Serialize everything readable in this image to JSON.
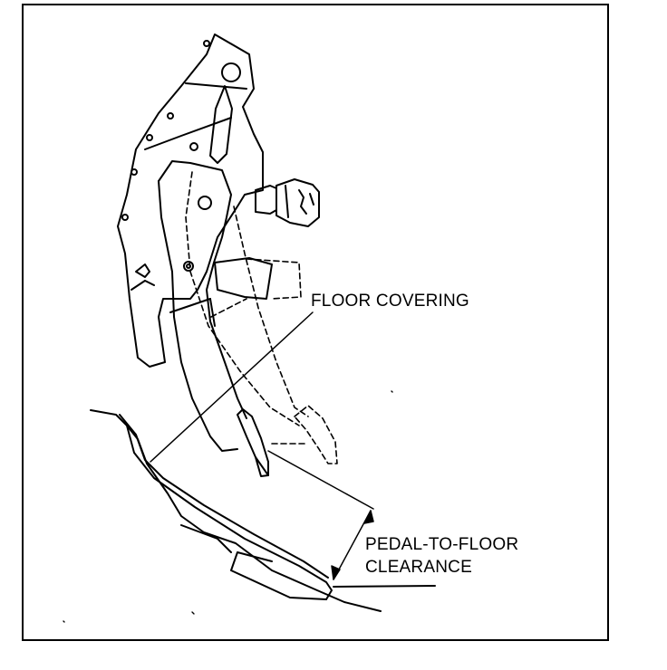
{
  "labels": {
    "floor_covering": "FLOOR COVERING",
    "clearance_line1": "PEDAL-TO-FLOOR",
    "clearance_line2": "CLEARANCE"
  }
}
